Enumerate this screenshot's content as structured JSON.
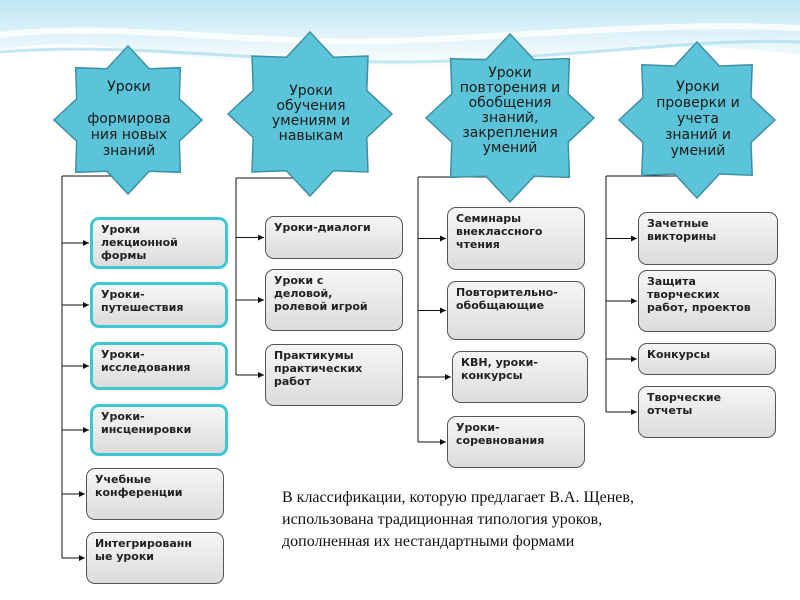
{
  "colors": {
    "star_fill": "#5cc4d8",
    "star_stroke": "#3d8fa6",
    "accent_border": "#3ec6d3",
    "connector": "#111111"
  },
  "columns": [
    {
      "header": "Уроки\n\nформирова\nния новых\nзнаний",
      "items": [
        "Уроки\nлекционной\nформы",
        "Уроки-\nпутешествия",
        "Уроки-\nисследования",
        "Уроки-\nинсценировки",
        "Учебные\nконференции",
        "Интегрированн\nые уроки"
      ]
    },
    {
      "header": "Уроки\nобучения\nумениям и\nнавыкам",
      "items": [
        "Уроки-диалоги",
        "Уроки с\nделовой,\nролевой игрой",
        "Практикумы\nпрактических\nработ"
      ]
    },
    {
      "header": "Уроки\nповторения и\nобобщения\nзнаний,\nзакрепления\nумений",
      "items": [
        "Семинары\nвнеклассного\nчтения",
        "Повторительно-\nобобщающие",
        "КВН, уроки-\nконкурсы",
        "Уроки-\nсоревнования"
      ]
    },
    {
      "header": "Уроки\nпроверки и\nучета\nзнаний и\nумений",
      "items": [
        "Зачетные\nвикторины",
        "Защита\nтворческих\nработ, проектов",
        "Конкурсы",
        "Творческие\nотчеты"
      ]
    }
  ],
  "note": "В классификации, которую предлагает В.А. Щенев,\nиспользована традиционная типология уроков,\nдополненная их нестандартными формами"
}
